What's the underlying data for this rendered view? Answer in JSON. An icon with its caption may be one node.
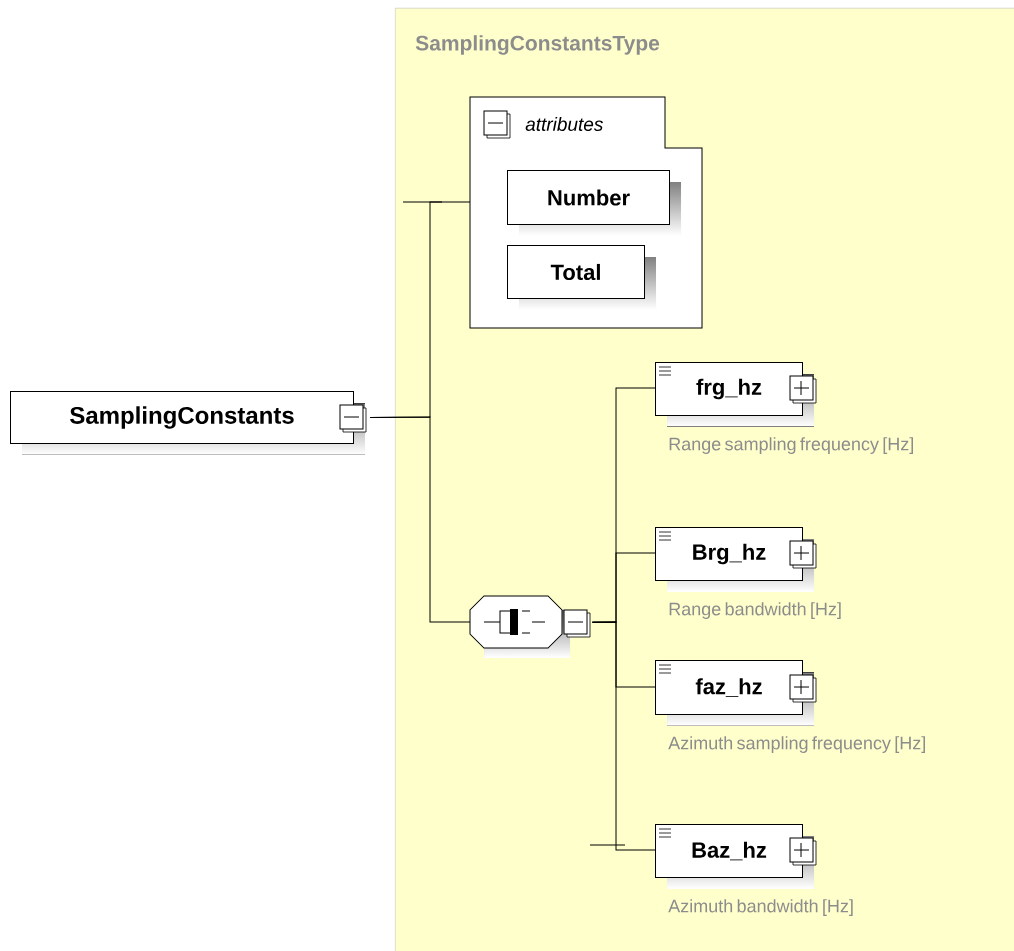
{
  "diagram": {
    "nodes": [
      {
        "text": [
          "SamplingConstants"
        ]
      },
      {
        "text": [
          "SamplingConstantsType"
        ]
      },
      {
        "text": [
          "attributes"
        ],
        "in": 1
      },
      {
        "text": [
          "Number"
        ],
        "in": 2
      },
      {
        "text": [
          "Total"
        ],
        "in": 2
      },
      {
        "text": [],
        "shape": "octagon",
        "in": 1
      },
      {
        "text": [
          "frg_hz"
        ],
        "in": 1,
        "beside": [
          "Range sampling frequency [Hz]"
        ]
      },
      {
        "text": [
          "Brg_hz"
        ],
        "in": 1,
        "beside": [
          "Range bandwidth [Hz]"
        ]
      },
      {
        "text": [
          "faz_hz"
        ],
        "in": 1,
        "beside": [
          "Azimuth sampling frequency [Hz]"
        ]
      },
      {
        "text": [
          "Baz_hz"
        ],
        "in": 1,
        "beside": [
          "Azimuth bandwidth [Hz]"
        ]
      }
    ],
    "edges": [
      {
        "from": 0,
        "to": 2,
        "arrow": "none"
      },
      {
        "from": 0,
        "to": 5,
        "arrow": "none"
      },
      {
        "from": 5,
        "to": 6,
        "arrow": "none"
      },
      {
        "from": 5,
        "to": 7,
        "arrow": "none"
      },
      {
        "from": 5,
        "to": 8,
        "arrow": "none"
      },
      {
        "from": 5,
        "to": 9,
        "arrow": "none"
      }
    ]
  }
}
